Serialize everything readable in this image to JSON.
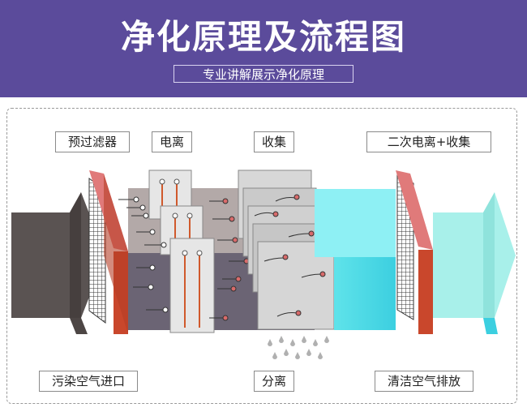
{
  "header": {
    "title": "净化原理及流程图",
    "subtitle": "专业讲解展示净化原理"
  },
  "labels": {
    "prefilter": "预过滤器",
    "ionization": "电离",
    "collection": "收集",
    "secondary": "二次电离+收集",
    "inlet": "污染空气进口",
    "separation": "分离",
    "outlet": "清洁空气排放"
  },
  "colors": {
    "banner": "#5b4b9b",
    "dirty_air": "#5a5352",
    "mesh_red": "#d9534f",
    "clean_air": "#59e0e8",
    "outlet_air": "#a8f0ea"
  }
}
